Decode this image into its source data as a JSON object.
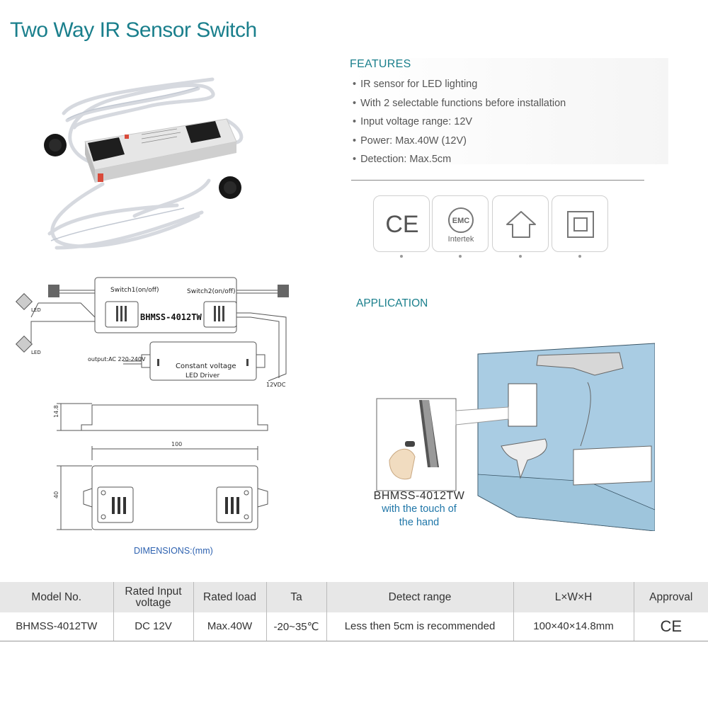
{
  "title": "Two Way IR Sensor Switch",
  "features": {
    "heading": "FEATURES",
    "items": [
      "IR sensor for LED lighting",
      "With 2 selectable functions before installation",
      "Input voltage range: 12V",
      "Power: Max.40W (12V)",
      "Detection: Max.5cm"
    ]
  },
  "certifications": {
    "ce": "CE",
    "emc": "EMC",
    "intertek": "Intertek"
  },
  "wiring": {
    "switch1": "Switch1(on/off)",
    "switch2": "Switch2(on/off)",
    "model": "BHMSS-4012TW",
    "led1": "LED",
    "led2": "LED",
    "output": "output:AC 220-240V",
    "driver_line1": "Constant voltage",
    "driver_line2": "LED Driver",
    "dc": "12VDC"
  },
  "dimensions": {
    "height": "14.8",
    "length": "100",
    "width": "40",
    "label": "DIMENSIONS:(mm)"
  },
  "application": {
    "heading": "APPLICATION",
    "model": "BHMSS-4012TW",
    "desc_line1": "with the touch of",
    "desc_line2": "the hand"
  },
  "spec_table": {
    "headers": [
      "Model No.",
      "Rated Input voltage",
      "Rated load",
      "Ta",
      "Detect range",
      "L×W×H",
      "Approval"
    ],
    "row": [
      "BHMSS-4012TW",
      "DC 12V",
      "Max.40W",
      "-20~35℃",
      "Less then 5cm is recommended",
      "100×40×14.8mm",
      "CE"
    ]
  },
  "colors": {
    "accent": "#1a7f8c",
    "link_blue": "#2e62b0",
    "wall_blue": "#a9cce3"
  }
}
